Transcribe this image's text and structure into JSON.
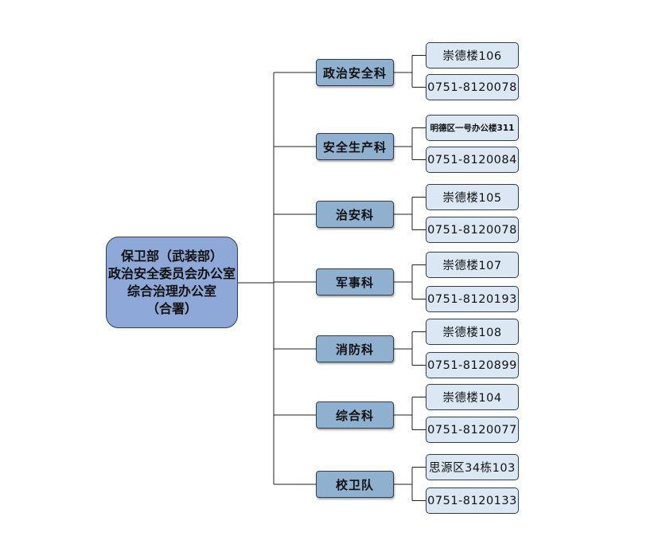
{
  "root": {
    "lines": [
      "保卫部（武装部）",
      "政治安全委员会办公室",
      "综合治理办公室",
      "（合署）"
    ]
  },
  "departments": [
    {
      "name": "政治安全科",
      "location": "崇德楼106",
      "phone": "0751-8120078"
    },
    {
      "name": "安全生产科",
      "location": "明德区一号办公楼311",
      "phone": "0751-8120084"
    },
    {
      "name": "治安科",
      "location": "崇德楼105",
      "phone": "0751-8120078"
    },
    {
      "name": "军事科",
      "location": "崇德楼107",
      "phone": "0751-8120193"
    },
    {
      "name": "消防科",
      "location": "崇德楼108",
      "phone": "0751-8120899"
    },
    {
      "name": "综合科",
      "location": "崇德楼104",
      "phone": "0751-8120077"
    },
    {
      "name": "校卫队",
      "location": "思源区34栋103",
      "phone": "0751-8120133"
    }
  ]
}
